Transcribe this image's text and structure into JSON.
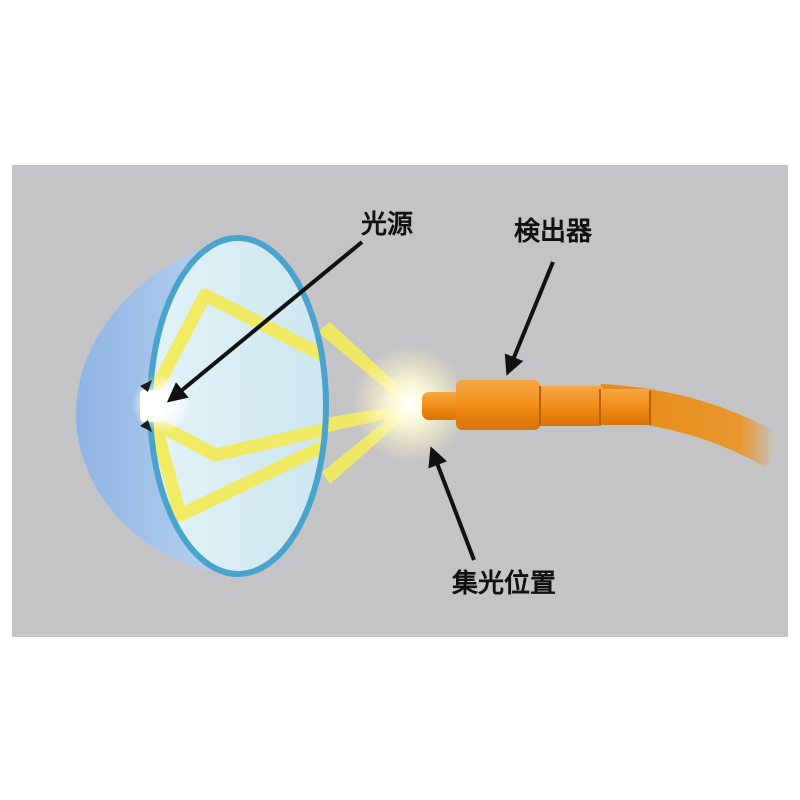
{
  "labels": {
    "light_source": "光源",
    "detector": "検出器",
    "focus_position": "集光位置"
  },
  "colors": {
    "panel_background": "#c4c4c6",
    "mirror_shell": "#a7c4e8",
    "mirror_face": "#d9eef5",
    "mirror_rim": "#4aa3cc",
    "light_beam": "#f2ea5c",
    "detector_body": "#f0941c",
    "cable": "#e68a1a",
    "arrow": "#111111"
  }
}
